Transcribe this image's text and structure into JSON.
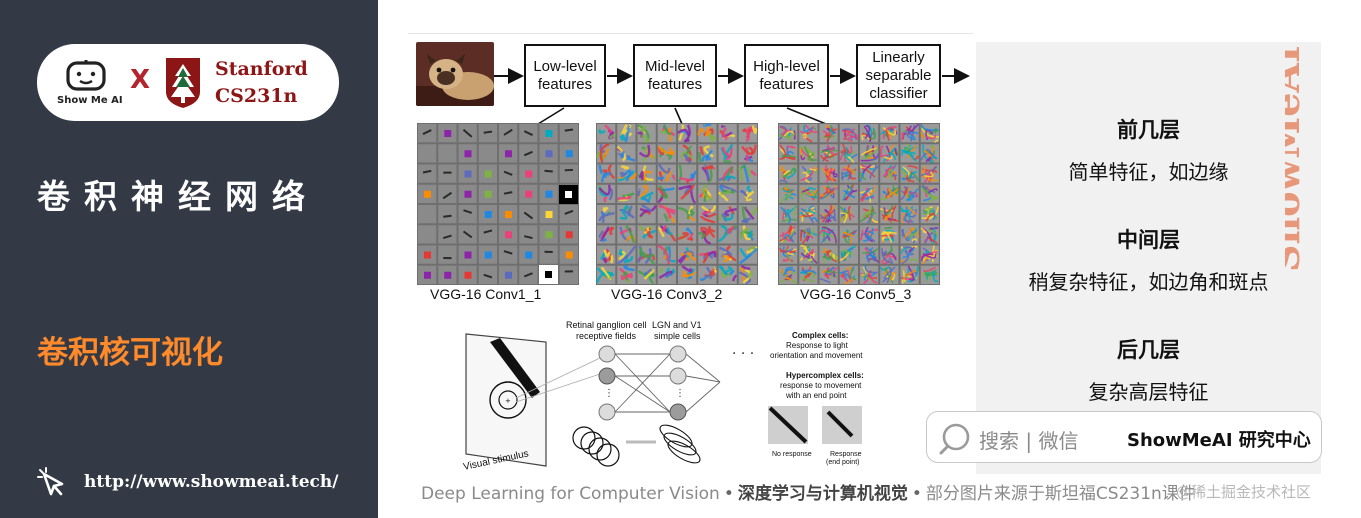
{
  "brand": {
    "showmeai_name": "Show Me AI",
    "times": "X",
    "stanford_line1": "Stanford",
    "stanford_line2": "CS231n"
  },
  "sidebar": {
    "title": "卷积神经网络",
    "subtitle": "卷积核可视化",
    "url": "http://www.showmeai.tech/"
  },
  "diagram": {
    "flow": [
      "Low-level\nfeatures",
      "Mid-level\nfeatures",
      "High-level\nfeatures",
      "Linearly\nseparable\nclassifier"
    ],
    "grid_captions": [
      "VGG-16 Conv1_1",
      "VGG-16 Conv3_2",
      "VGG-16 Conv5_3"
    ],
    "bio": {
      "retinal": "Retinal ganglion cell\nreceptive fields",
      "lgn": "LGN and V1\nsimple cells",
      "complex_title": "Complex cells:",
      "complex_desc": "Response to light\norientation and movement",
      "hyper_title": "Hypercomplex cells:",
      "hyper_desc": "response to movement\nwith an end point",
      "no_response": "No response",
      "response": "Response\n(end point)",
      "stimulus": "Visual stimulus"
    }
  },
  "panel": {
    "sections": [
      {
        "head": "前几层",
        "desc": "简单特征，如边缘"
      },
      {
        "head": "中间层",
        "desc": "稍复杂特征，如边角和斑点"
      },
      {
        "head": "后几层",
        "desc": "复杂高层特征"
      }
    ],
    "watermark": "ShowMeAI"
  },
  "search": {
    "hint": "搜索 | 微信",
    "brand": "ShowMeAI 研究中心"
  },
  "footer": {
    "en": "Deep Learning for Computer Vision",
    "cn": "深度学习与计算机视觉",
    "note": "部分图片来源于斯坦福CS231n课件",
    "corner": "@稀土掘金技术社区"
  },
  "colors": {
    "sidebar_bg": "#333a45",
    "accent_orange": "#ff8a2b",
    "stanford_red": "#8c1515",
    "panel_bg": "#f1f1f1"
  }
}
